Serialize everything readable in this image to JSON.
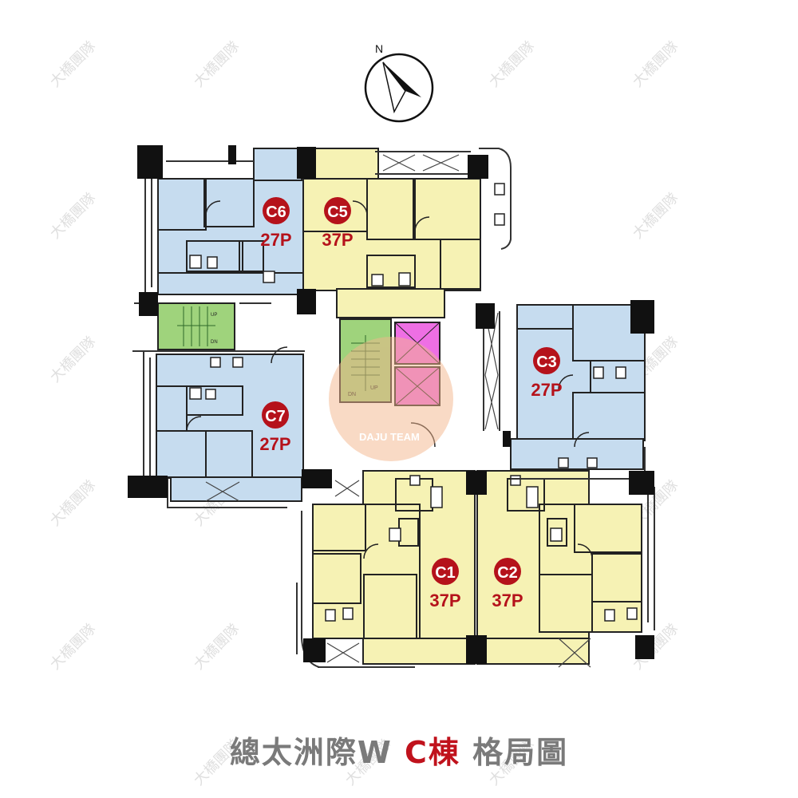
{
  "compass": {
    "north_label": "N"
  },
  "title": {
    "prefix": "總太洲際W ",
    "highlight": "C棟",
    "suffix": " 格局圖"
  },
  "watermark": {
    "text": "大橋團隊",
    "logo_text": "DAJU TEAM"
  },
  "colors": {
    "blue_unit": "#c6dcef",
    "yellow_unit": "#f6f2b4",
    "stair": "#9fd37c",
    "elevator": "#ee6fe4",
    "badge": "#b5121b",
    "wall": "#111111"
  },
  "units": [
    {
      "code": "C6",
      "size": "27P",
      "type": "blue"
    },
    {
      "code": "C5",
      "size": "37P",
      "type": "yellow"
    },
    {
      "code": "C3",
      "size": "27P",
      "type": "blue"
    },
    {
      "code": "C7",
      "size": "27P",
      "type": "blue"
    },
    {
      "code": "C1",
      "size": "37P",
      "type": "yellow"
    },
    {
      "code": "C2",
      "size": "37P",
      "type": "yellow"
    }
  ],
  "stair_labels": {
    "up": "UP",
    "down": "DN"
  }
}
